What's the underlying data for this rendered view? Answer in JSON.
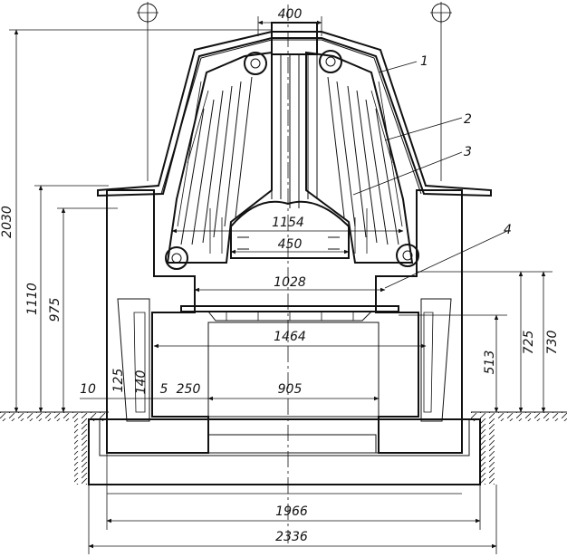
{
  "dimensions": {
    "top_width": "400",
    "total_height": "2030",
    "height_1110": "1110",
    "height_975": "975",
    "inner_1154": "1154",
    "inner_450": "450",
    "grate_1028": "1028",
    "inner_1464": "1464",
    "height_725": "725",
    "height_730": "730",
    "height_513": "513",
    "wall_10": "10",
    "wall_125": "125",
    "wall_140": "140",
    "wall_5": "5",
    "wall_250": "250",
    "firebox_905": "905",
    "base_1966": "1966",
    "base_2336": "2336"
  },
  "callouts": [
    "1",
    "2",
    "3",
    "4"
  ],
  "colors": {
    "ink": "#111111",
    "paper": "#ffffff"
  }
}
